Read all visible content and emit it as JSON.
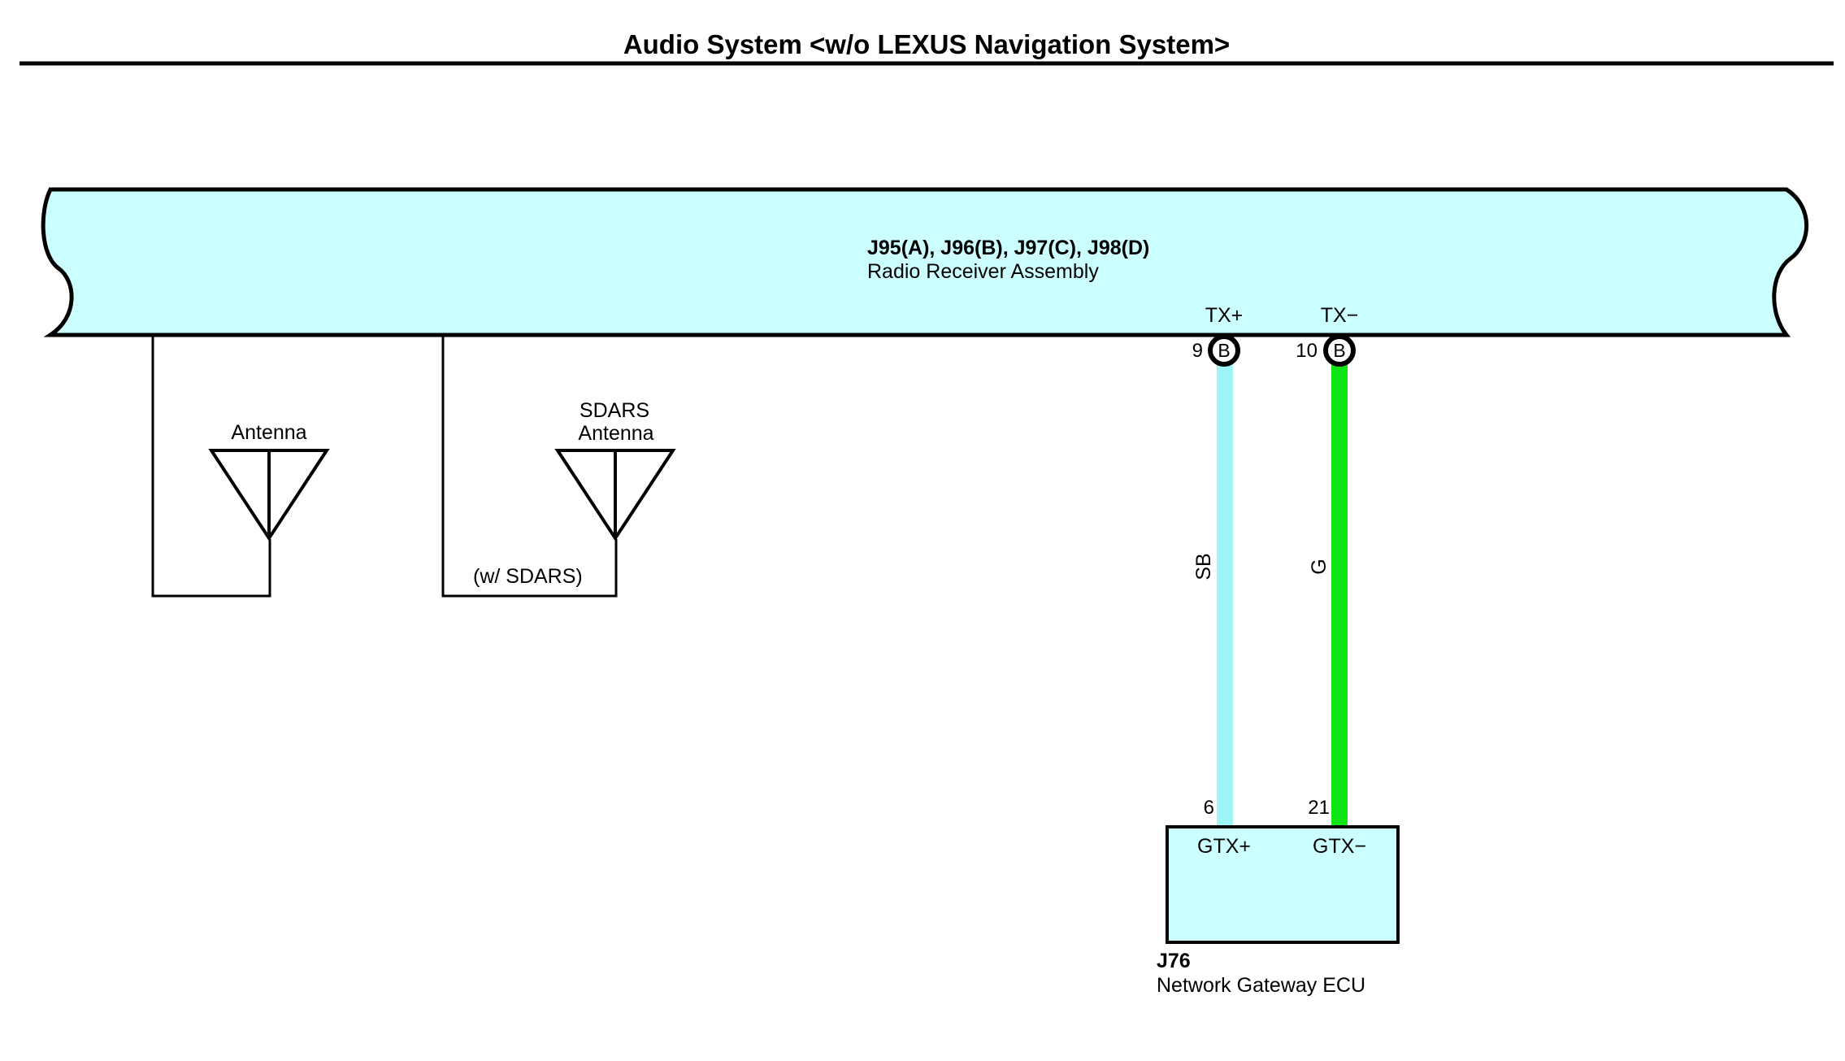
{
  "title": "Audio System <w/o LEXUS Navigation System>",
  "radio_receiver": {
    "connectors": "J95(A), J96(B), J97(C), J98(D)",
    "name": "Radio Receiver Assembly"
  },
  "antenna": {
    "label": "Antenna"
  },
  "sdars_antenna": {
    "label_line1": "SDARS",
    "label_line2": "Antenna",
    "condition": "(w/ SDARS)"
  },
  "tx_plus": {
    "signal": "TX+",
    "pin": "9",
    "connector": "B",
    "wire_color_code": "SB",
    "wire_color": "#9ef4f6"
  },
  "tx_minus": {
    "signal": "TX−",
    "pin": "10",
    "connector": "B",
    "wire_color_code": "G",
    "wire_color": "#11e511"
  },
  "gateway_ecu": {
    "connector": "J76",
    "name": "Network Gateway ECU",
    "pin_plus": "6",
    "pin_minus": "21",
    "signal_plus": "GTX+",
    "signal_minus": "GTX−"
  },
  "colors": {
    "component_fill": "#ccffff",
    "line": "#000000"
  }
}
